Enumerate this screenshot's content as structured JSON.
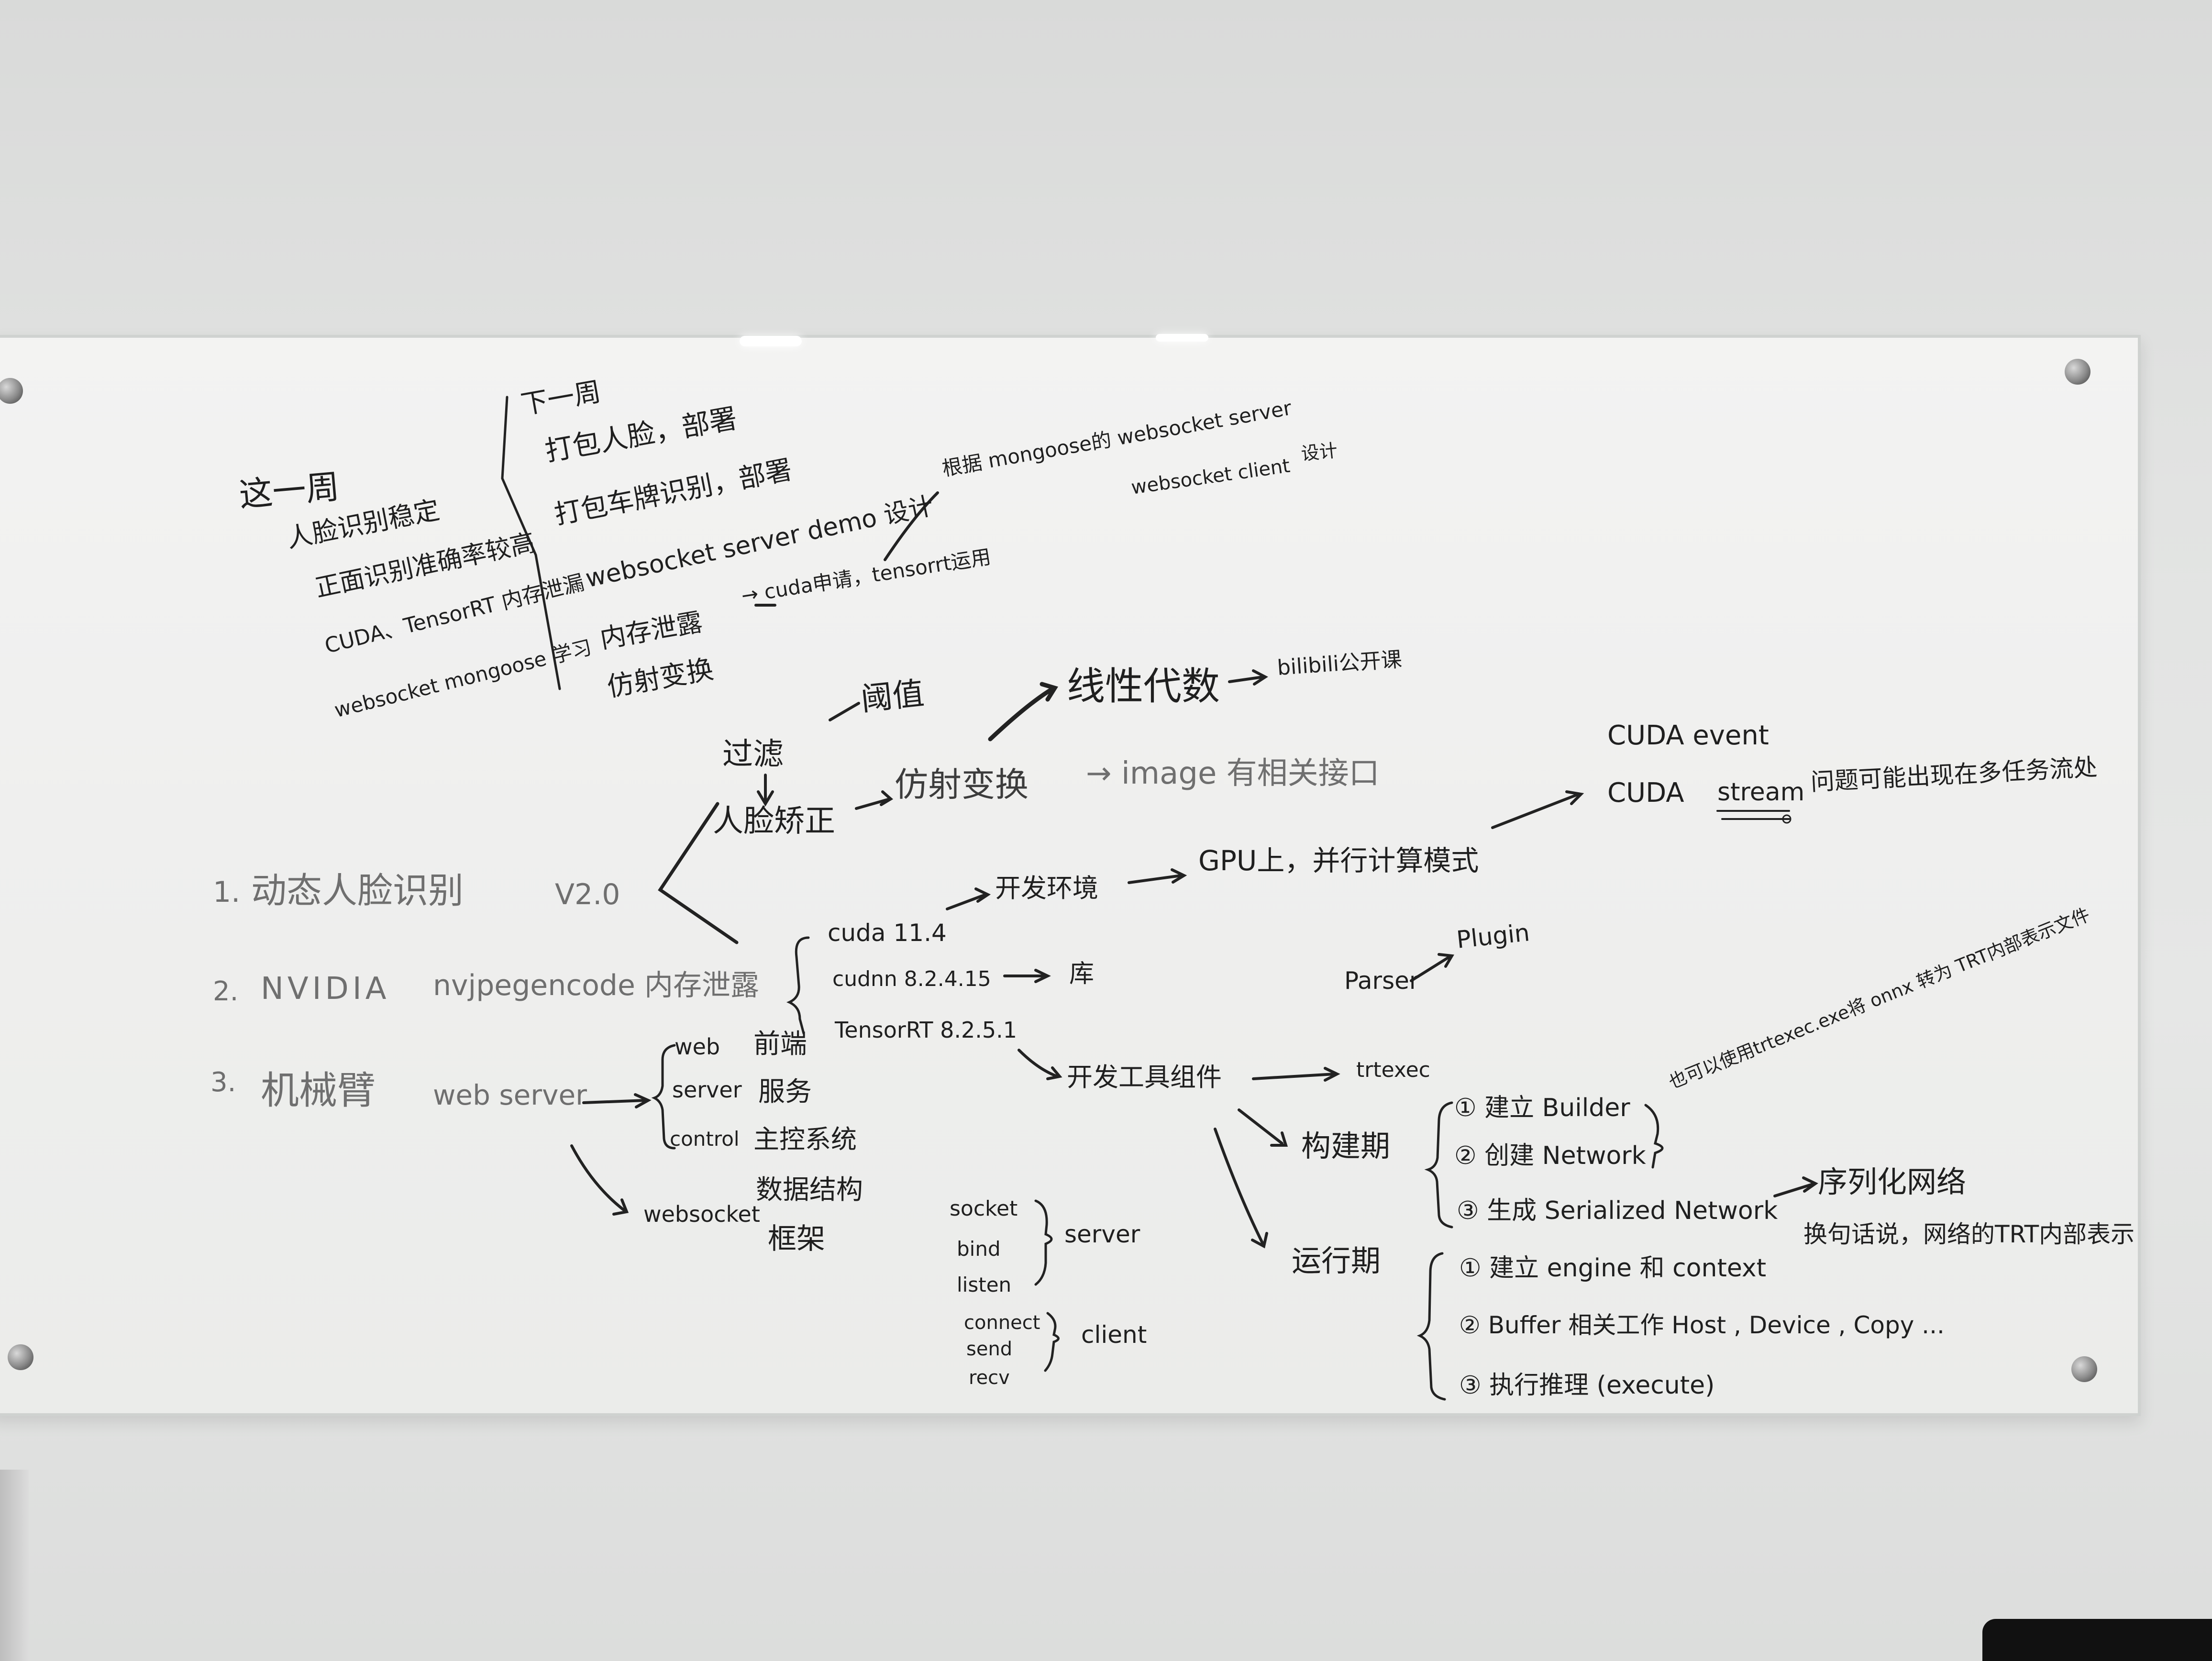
{
  "board": {
    "this_week": {
      "title": "这一周",
      "items": [
        "人脸识别稳定",
        "正面识别准确率较高",
        "CUDA、TensorRT 内存泄漏",
        "websocket mongoose 学习"
      ]
    },
    "next_week": {
      "title": "下一周",
      "items": [
        "打包人脸，部署",
        "打包车牌识别，部署",
        "websocket server demo 设计",
        "内存泄露",
        "仿射变换"
      ],
      "mongoose_note": "根据 mongoose的 websocket server",
      "mongoose_note_2": "websocket client",
      "mongoose_note_3": "设计",
      "memleak_note": "→ cuda申请，tensorrt运用"
    },
    "topics": [
      {
        "num": "1.",
        "label": "动态人脸识别",
        "version": "V2.0"
      },
      {
        "num": "2.",
        "label": "NVIDIA",
        "extra": "nvjpegencode 内存泄露"
      },
      {
        "num": "3.",
        "label": "机械臂",
        "extra": "web server"
      }
    ],
    "face_branch": {
      "filter": "过滤",
      "threshold": "阈值",
      "face_correction": "人脸矫正",
      "affine": "仿射变换",
      "image_api": "→ image 有相关接口",
      "linear_algebra": "线性代数",
      "bilibili": "bilibili公开课"
    },
    "nvidia_branch": {
      "cuda": "cuda  11.4",
      "cudnn": "cudnn  8.2.4.15",
      "tensorrt": "TensorRT  8.2.5.1",
      "dev_env": "开发环境",
      "library": "库",
      "gpu_parallel": "GPU上，并行计算模式",
      "cuda_event": "CUDA   event",
      "cuda_stream": "CUDA",
      "stream_word": "stream",
      "stream_note": "问题可能出现在多任务流处",
      "dev_tools": "开发工具组件",
      "trtexec": "trtexec",
      "parser": "Parser",
      "plugin": "Plugin",
      "trtexec_note": "也可以使用trtexec.exe将 onnx 转为 TRT内部表示文件",
      "build_phase": "构建期",
      "build_steps": [
        "① 建立 Builder",
        "② 创建 Network",
        "③ 生成 Serialized  Network"
      ],
      "serialize": "序列化网络",
      "serialize_note": "换句话说，网络的TRT内部表示",
      "run_phase": "运行期",
      "run_steps": [
        "①  建立 engine 和 context",
        "②  Buffer 相关工作    Host ,  Device ,  Copy ...",
        "③  执行推理 (execute)"
      ]
    },
    "arm_branch": {
      "web": "web",
      "web_cn": "前端",
      "server": "server",
      "server_cn": "服务",
      "control": "control",
      "control_cn": "主控系统",
      "data_struct": "数据结构",
      "framework": "框架",
      "websocket": "websocket",
      "server_calls": [
        "socket",
        "bind",
        "listen"
      ],
      "server_label": "server",
      "client_calls": [
        "connect",
        "send",
        "recv"
      ],
      "client_label": "client"
    }
  },
  "colors": {
    "ink": "#1f1f1f",
    "faint_ink": "#6f6f6f",
    "board": "#efefee",
    "wall": "#e2e3e2"
  }
}
